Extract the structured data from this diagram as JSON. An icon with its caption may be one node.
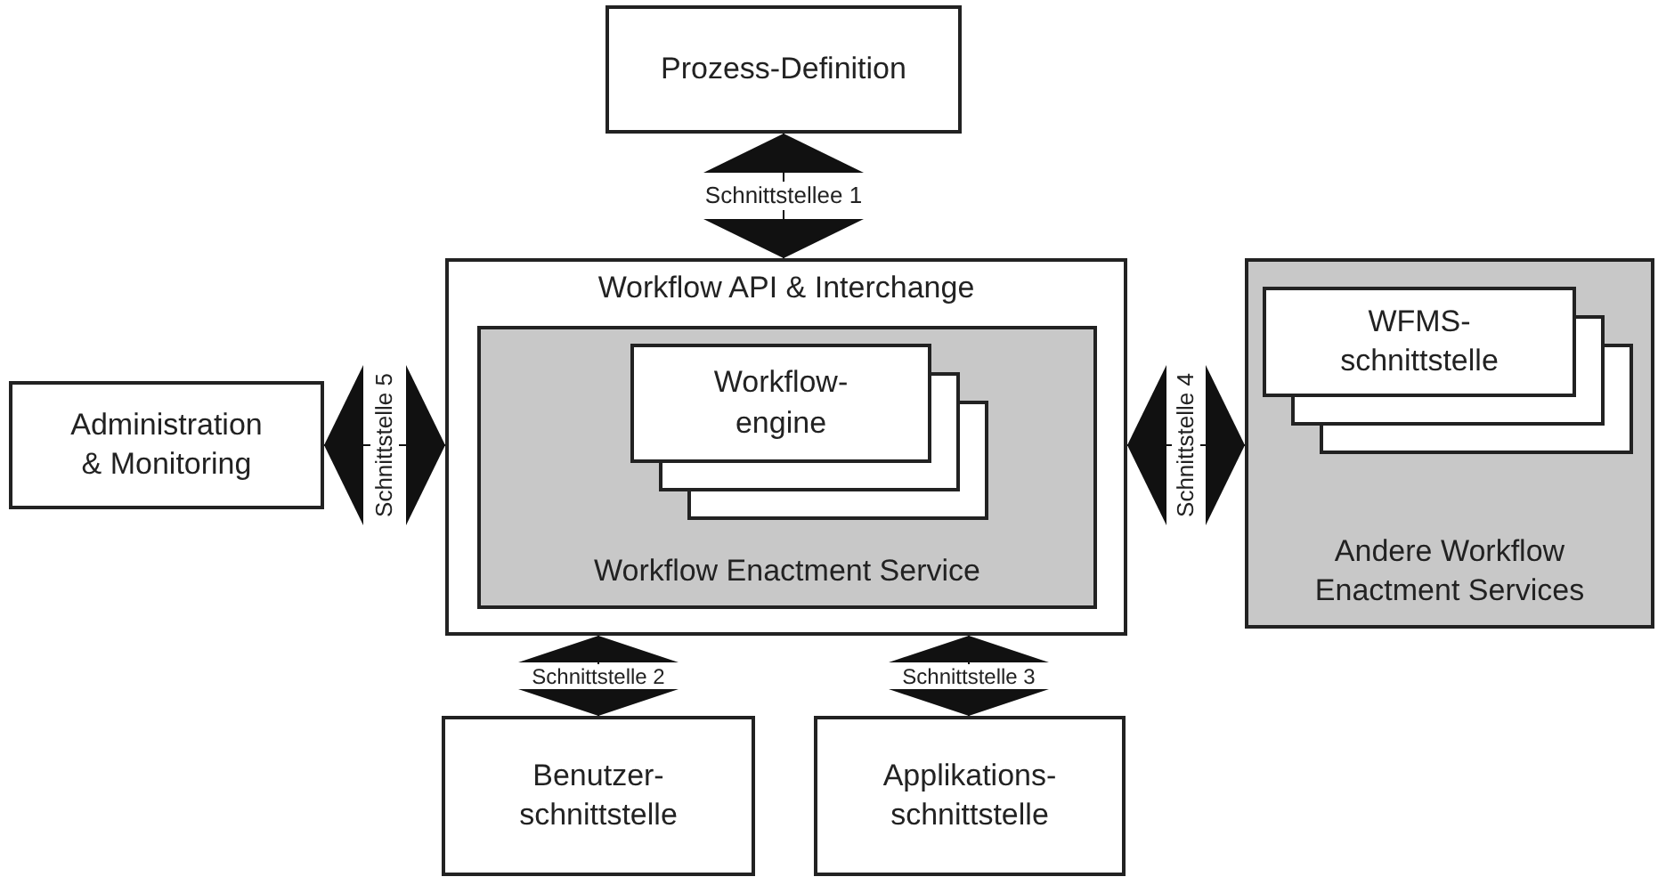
{
  "diagram": {
    "nodes": [
      {
        "text": [
          "Prozess-Definition"
        ]
      },
      {
        "text": [
          "Workflow API & Interchange"
        ]
      },
      {
        "text": [
          "Workflow Enactment Service"
        ],
        "in": 1
      },
      {
        "text": [
          "Workflow-engine"
        ],
        "in": 2
      },
      {
        "text": [
          "Administration & Monitoring"
        ]
      },
      {
        "text": [
          "Andere Workflow Enactment Services"
        ]
      },
      {
        "text": [
          "WFMS-schnittstelle"
        ],
        "in": 5
      },
      {
        "text": [
          "Benutzer-schnittstelle"
        ]
      },
      {
        "text": [
          "Applikations-schnittstelle"
        ]
      }
    ],
    "edges": [
      {
        "from": 0,
        "to": 1,
        "arrow": "both",
        "label": "Schnittstellee 1"
      },
      {
        "from": 4,
        "to": 1,
        "arrow": "both",
        "label": "Schnittstelle 5"
      },
      {
        "from": 1,
        "to": 5,
        "arrow": "both",
        "label": "Schnittstelle 4"
      },
      {
        "from": 1,
        "to": 7,
        "arrow": "both",
        "label": "Schnittstelle 2"
      },
      {
        "from": 1,
        "to": 8,
        "arrow": "both",
        "label": "Schnittstelle 3"
      }
    ]
  }
}
